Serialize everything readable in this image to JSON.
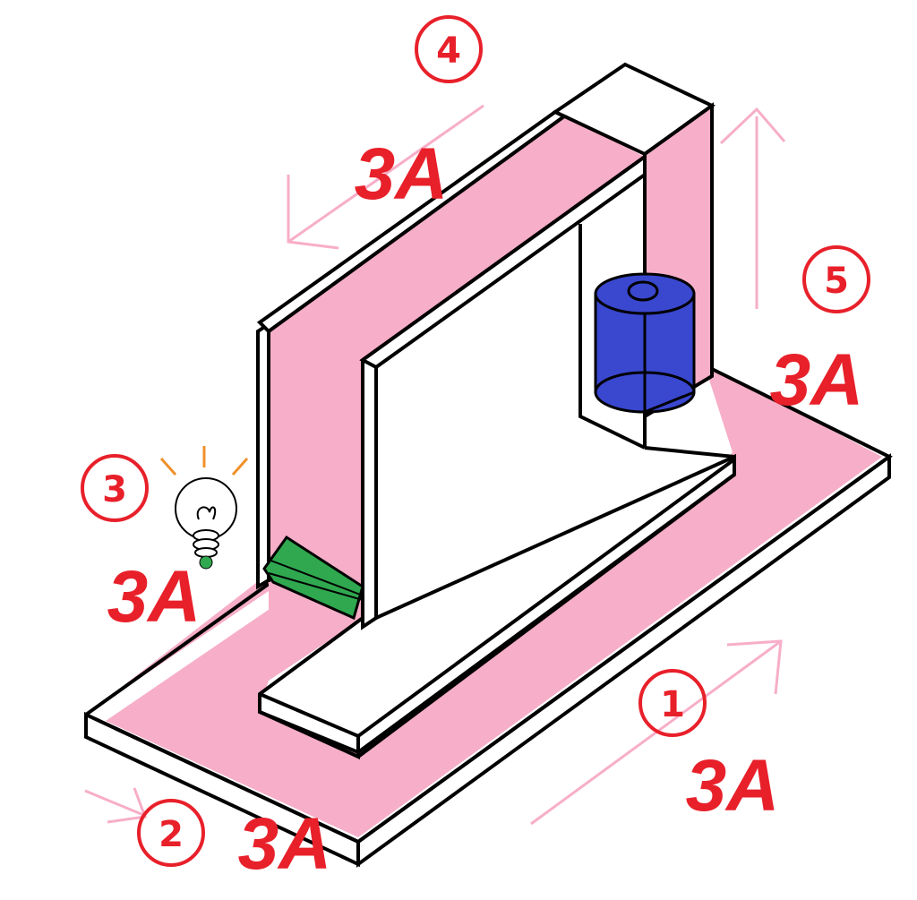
{
  "colors": {
    "conductor": "#f7aec8",
    "outline": "#000000",
    "label": "#e8202a",
    "arrow": "#f7aec8",
    "switch": "#2fa84f",
    "cell": "#3a47cf",
    "bulb_rays": "#f0902a"
  },
  "labels": {
    "segment1": {
      "number": "1",
      "current": "3A"
    },
    "segment2": {
      "number": "2",
      "current": "3A"
    },
    "segment3": {
      "number": "3",
      "current": "3A"
    },
    "segment4": {
      "number": "4",
      "current": "3A"
    },
    "segment5": {
      "number": "5",
      "current": "3A"
    }
  },
  "icons": {
    "bulb": "light-bulb-icon",
    "cell": "battery-cell-icon",
    "switch": "switch-icon"
  }
}
